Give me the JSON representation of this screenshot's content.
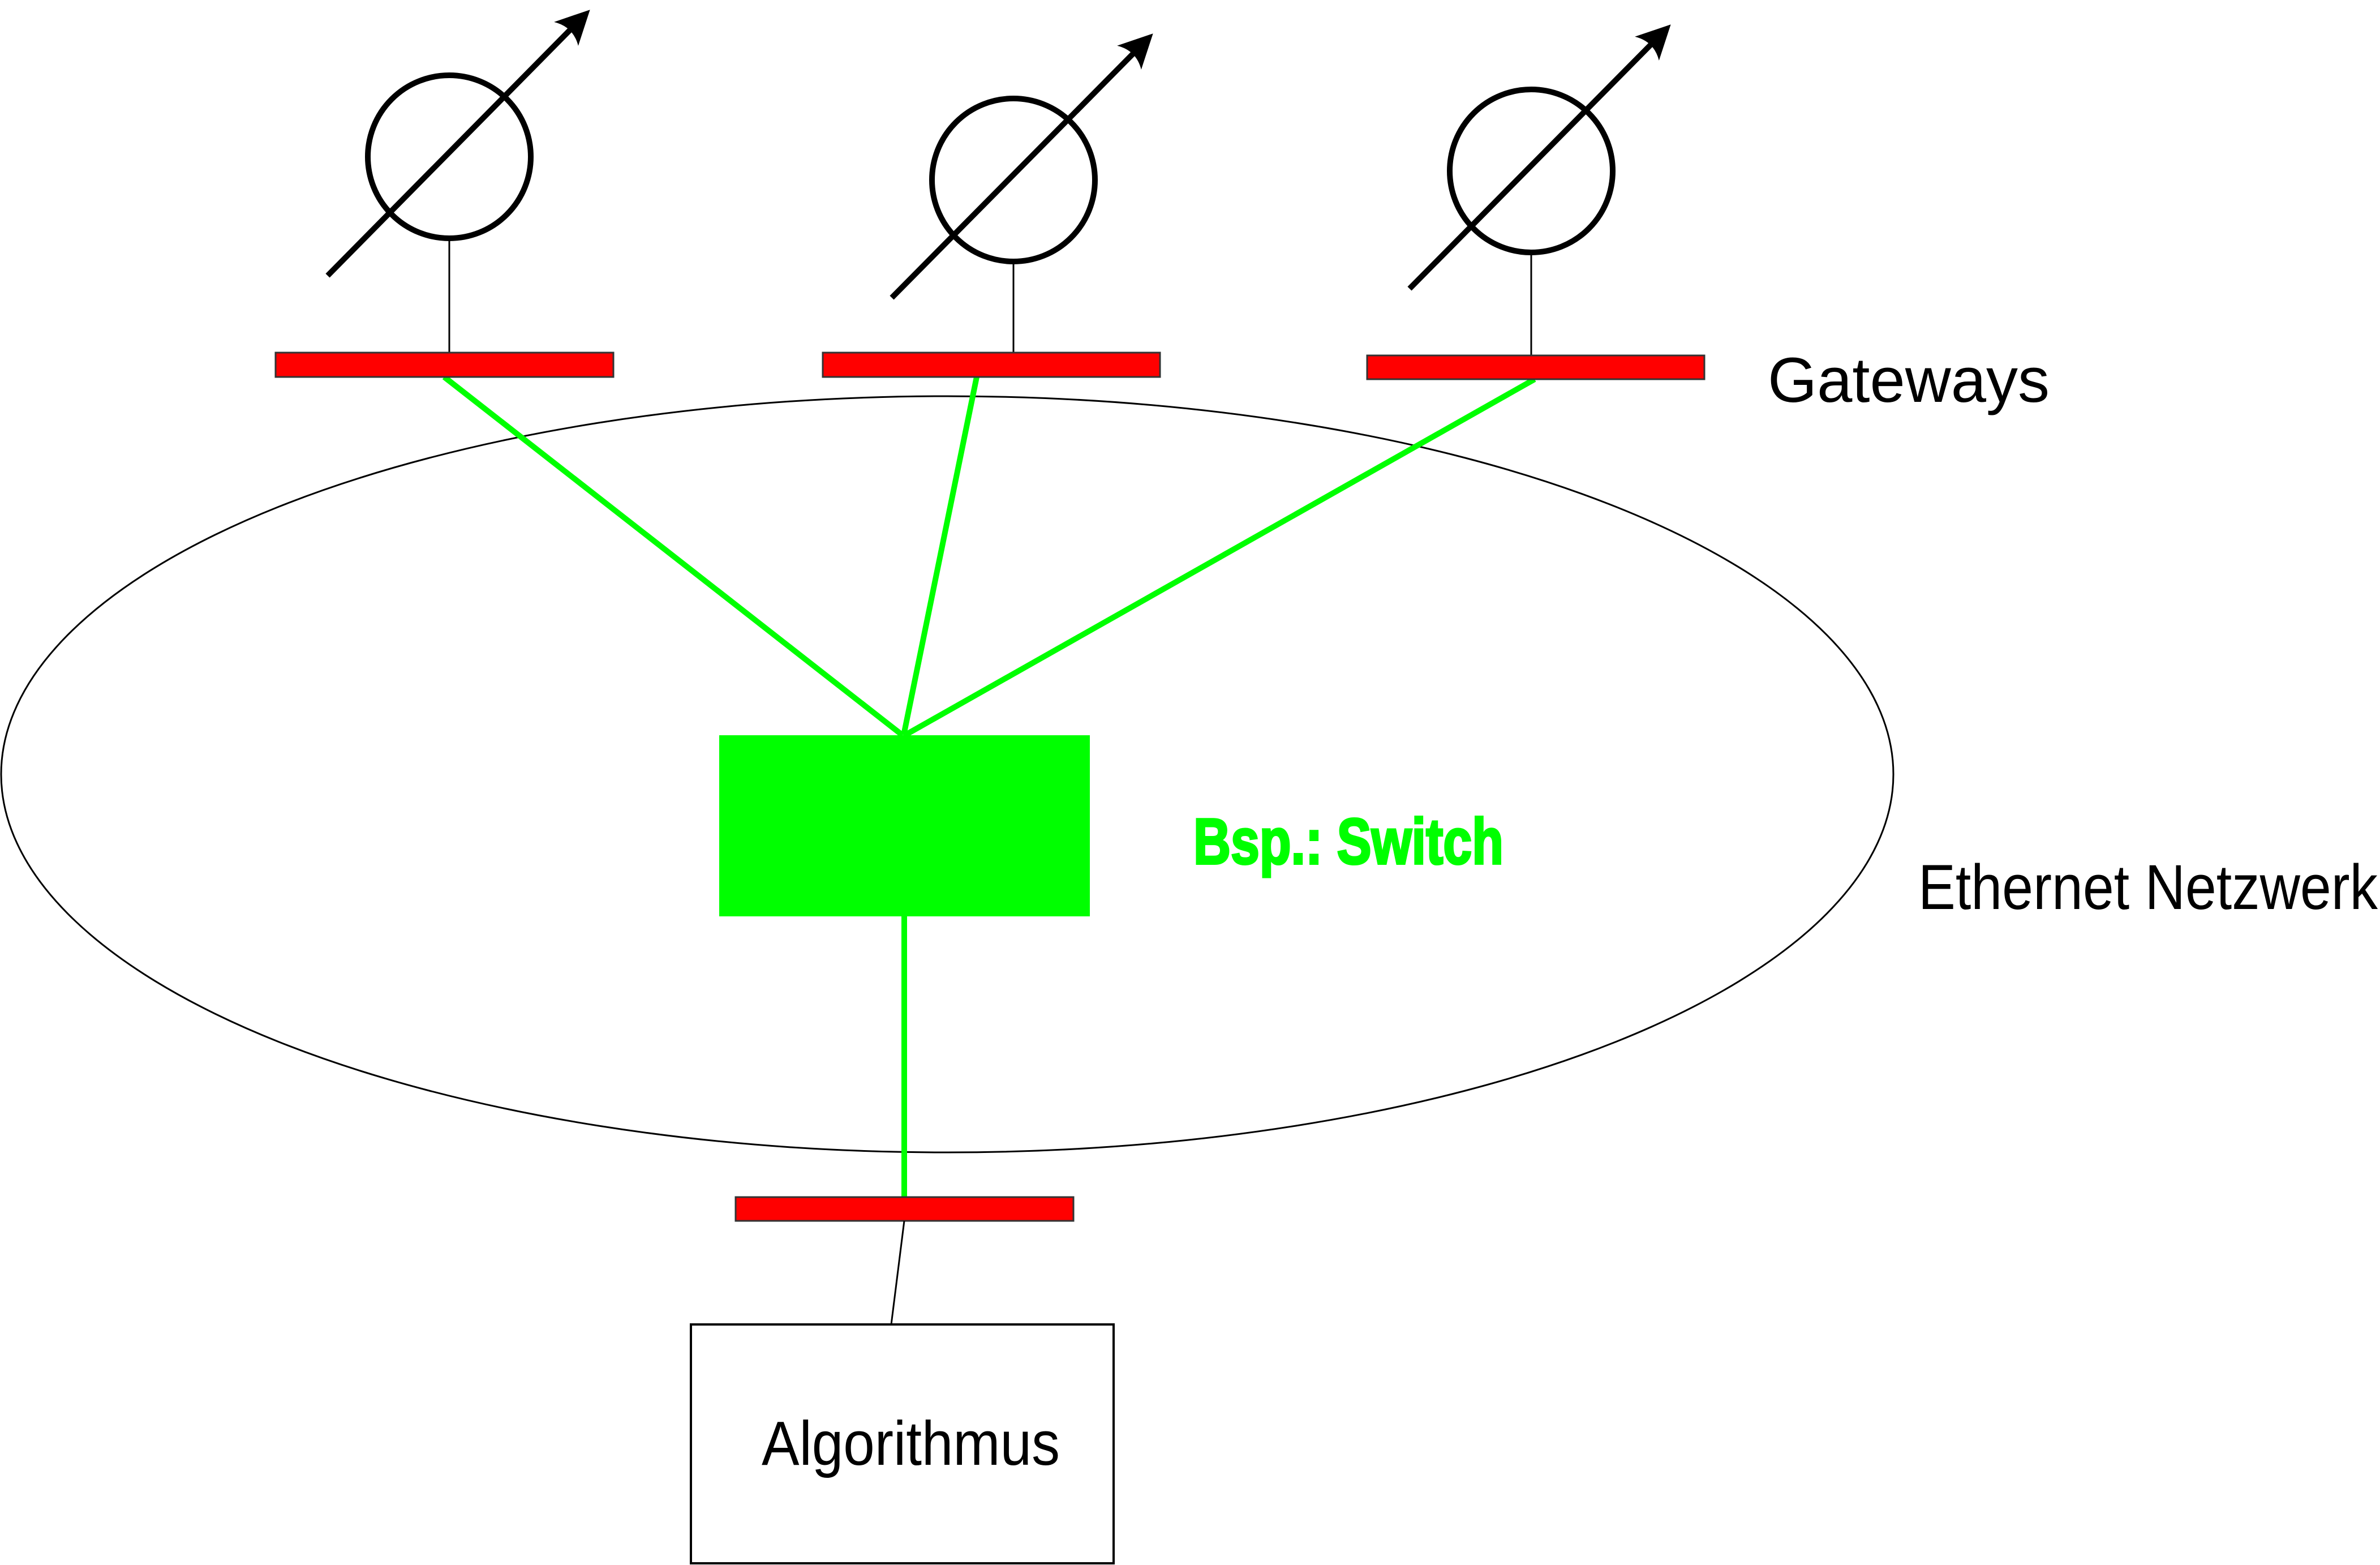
{
  "diagram": {
    "type": "network-topology",
    "labels": {
      "gateways": "Gateways",
      "network": "Ethernet Netzwerk",
      "switch": "Bsp.: Switch",
      "algorithm": "Algorithmus"
    },
    "nodes": [
      {
        "id": "sensor-1",
        "kind": "measuring-instrument",
        "connects_to": "gateway-1"
      },
      {
        "id": "sensor-2",
        "kind": "measuring-instrument",
        "connects_to": "gateway-2"
      },
      {
        "id": "sensor-3",
        "kind": "measuring-instrument",
        "connects_to": "gateway-3"
      },
      {
        "id": "gateway-1",
        "kind": "gateway",
        "connects_to": "switch"
      },
      {
        "id": "gateway-2",
        "kind": "gateway",
        "connects_to": "switch"
      },
      {
        "id": "gateway-3",
        "kind": "gateway",
        "connects_to": "switch"
      },
      {
        "id": "switch",
        "kind": "switch",
        "connects_to": "gateway-algorithm"
      },
      {
        "id": "gateway-algorithm",
        "kind": "gateway",
        "connects_to": "algorithm"
      },
      {
        "id": "algorithm",
        "kind": "process-box"
      }
    ],
    "colors": {
      "gateway": "#ff0000",
      "network_link": "#00ff00",
      "switch": "#00ff00",
      "switch_label": "#00ff00",
      "outline": "#000000",
      "background": "#ffffff"
    }
  }
}
